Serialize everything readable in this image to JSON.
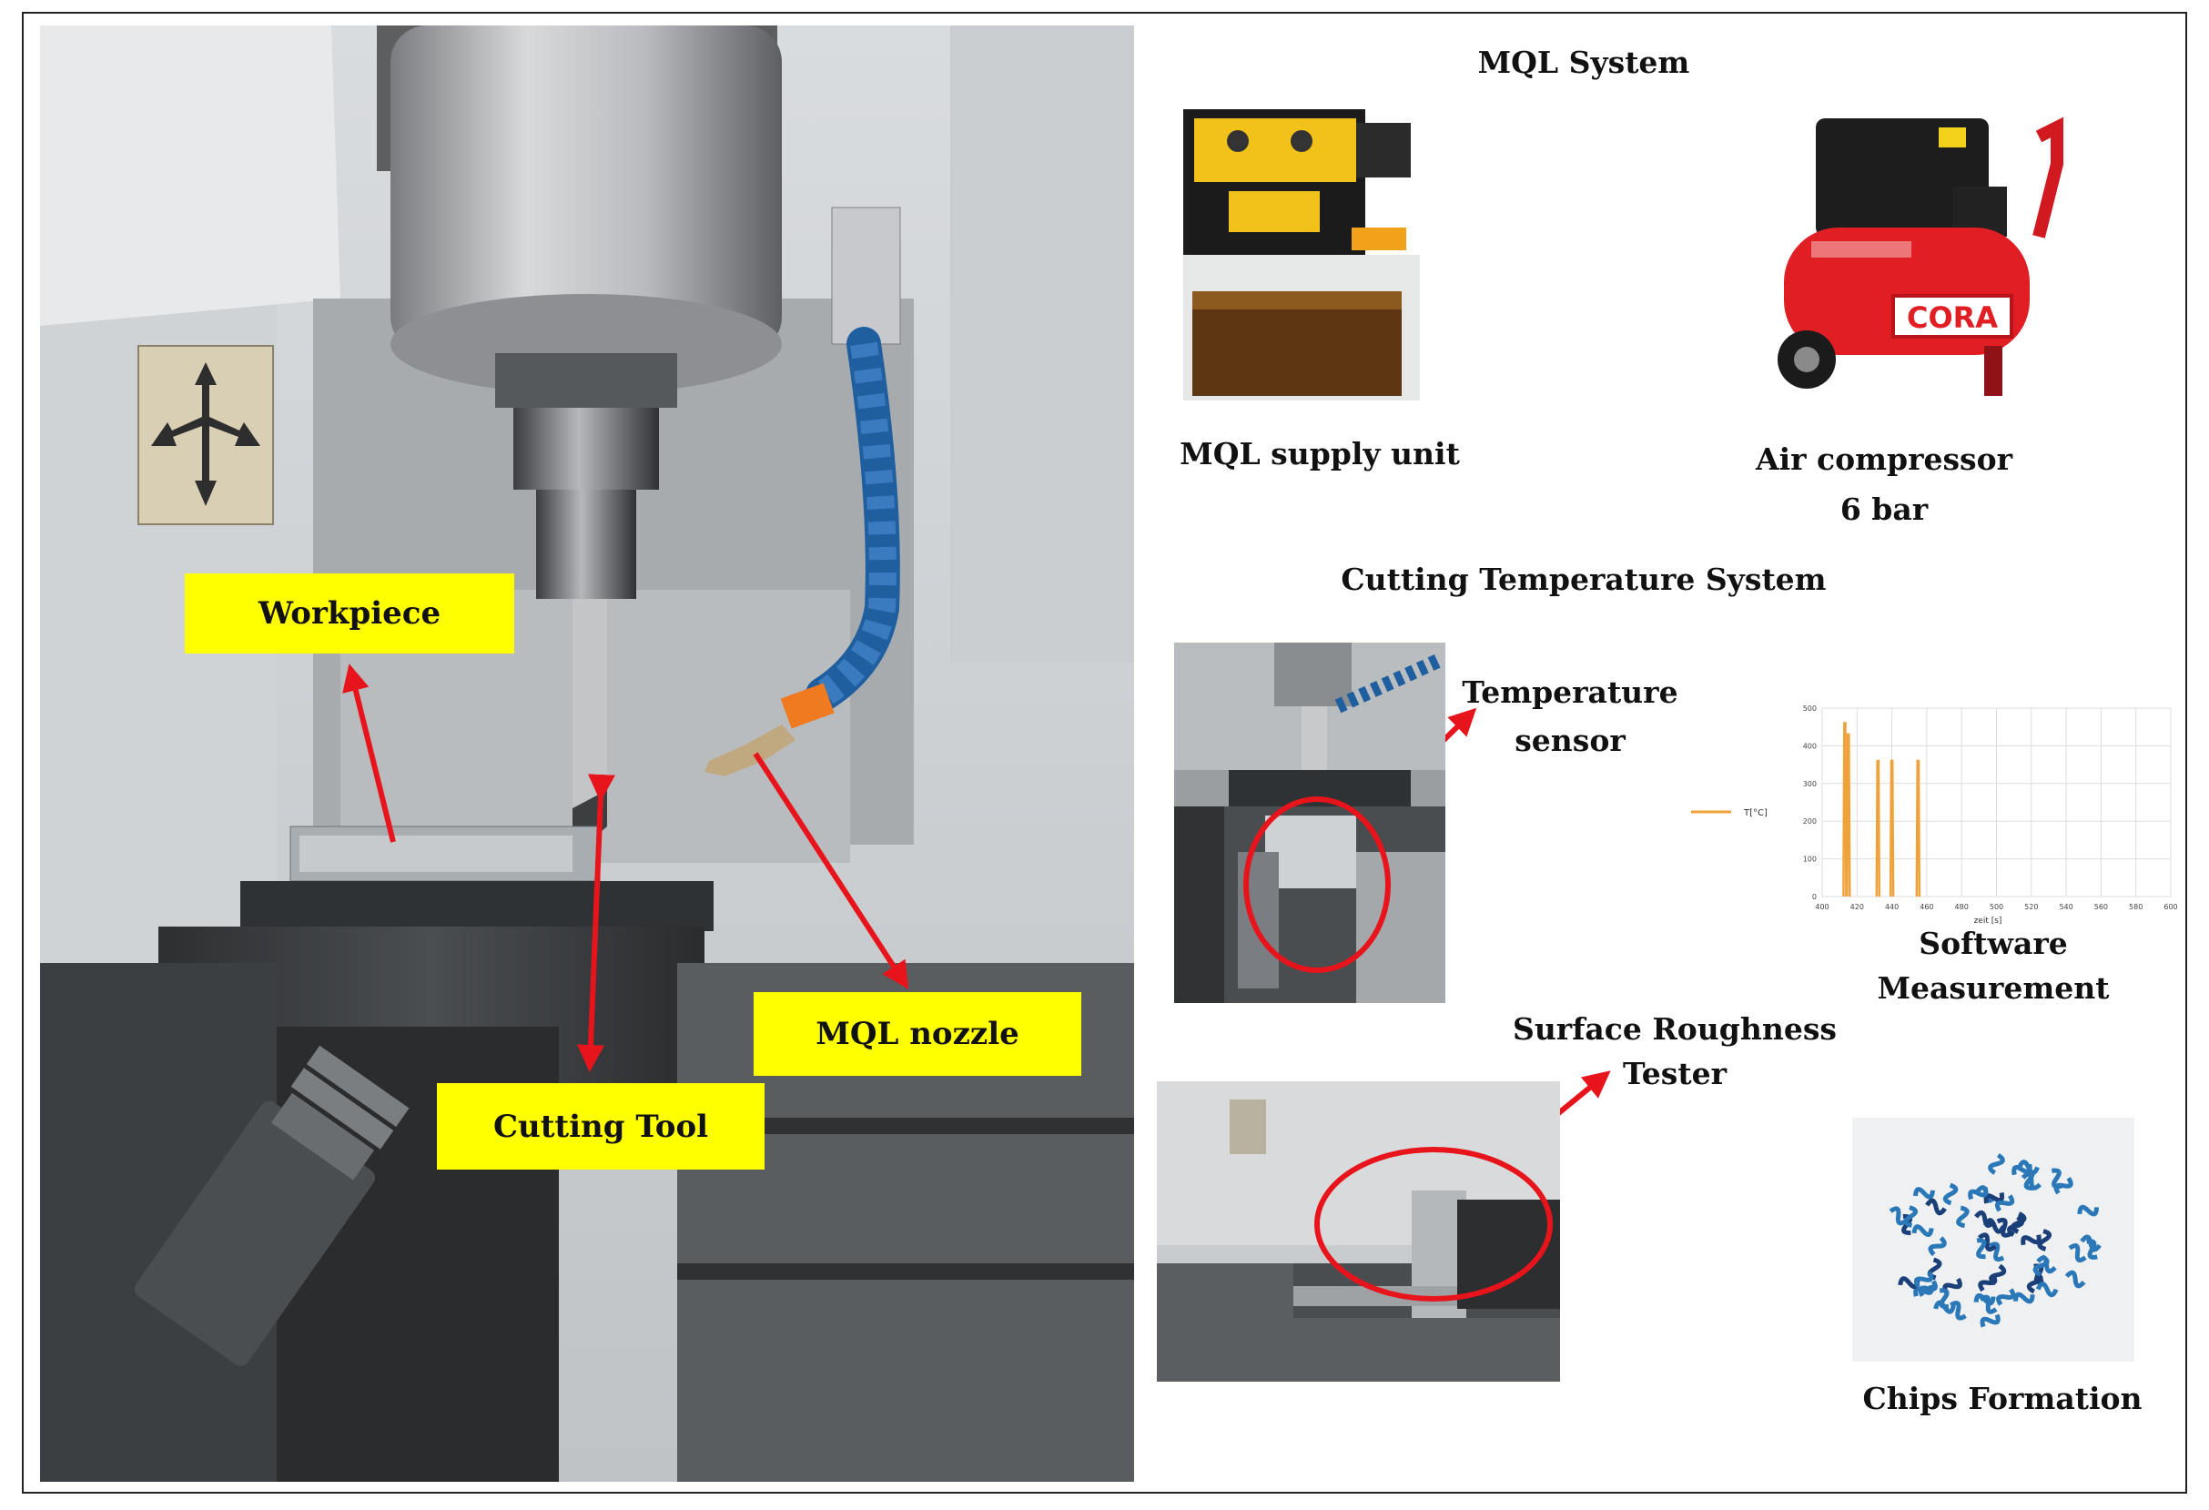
{
  "colors": {
    "callout_fill": "#ffff00",
    "arrow": "#e8141b",
    "frame": "#222222",
    "nozzle_hose": "#1f5fa0",
    "nozzle_tip": "#f07a1f",
    "compressor_body": "#e01e24",
    "chart_line": "#f0a23a",
    "chips": "#1b3f78"
  },
  "main_photo": {
    "labels": {
      "workpiece": "Workpiece",
      "cutting_tool": "Cutting Tool",
      "mql_nozzle": "MQL nozzle"
    },
    "icon": "axis-arrows-placard-icon"
  },
  "mql_section": {
    "title": "MQL System",
    "supply_unit": "MQL supply unit",
    "compressor_line1": "Air compressor",
    "compressor_line2": "6 bar",
    "compressor_brand": "CORA"
  },
  "temperature_section": {
    "title": "Cutting Temperature System",
    "sensor_line1": "Temperature",
    "sensor_line2": "sensor",
    "software_line1": "Software",
    "software_line2": "Measurement"
  },
  "roughness_section": {
    "title_line1": "Surface Roughness",
    "title_line2": "Tester"
  },
  "chips_section": {
    "label": "Chips Formation"
  },
  "chart_data": {
    "type": "line",
    "title": "",
    "xlabel": "zeit [s]",
    "ylabel": "",
    "xlim": [
      400,
      600
    ],
    "ylim": [
      0,
      500
    ],
    "x_ticks": [
      400,
      420,
      440,
      460,
      480,
      500,
      520,
      540,
      560,
      580,
      600
    ],
    "y_ticks": [
      0,
      100,
      200,
      300,
      400,
      500
    ],
    "grid": true,
    "legend_placement": "left",
    "series": [
      {
        "name": "T[°C]",
        "peaks": [
          {
            "x": 413,
            "y": 460
          },
          {
            "x": 415,
            "y": 430
          },
          {
            "x": 432,
            "y": 360
          },
          {
            "x": 440,
            "y": 360
          },
          {
            "x": 455,
            "y": 360
          }
        ]
      }
    ]
  }
}
